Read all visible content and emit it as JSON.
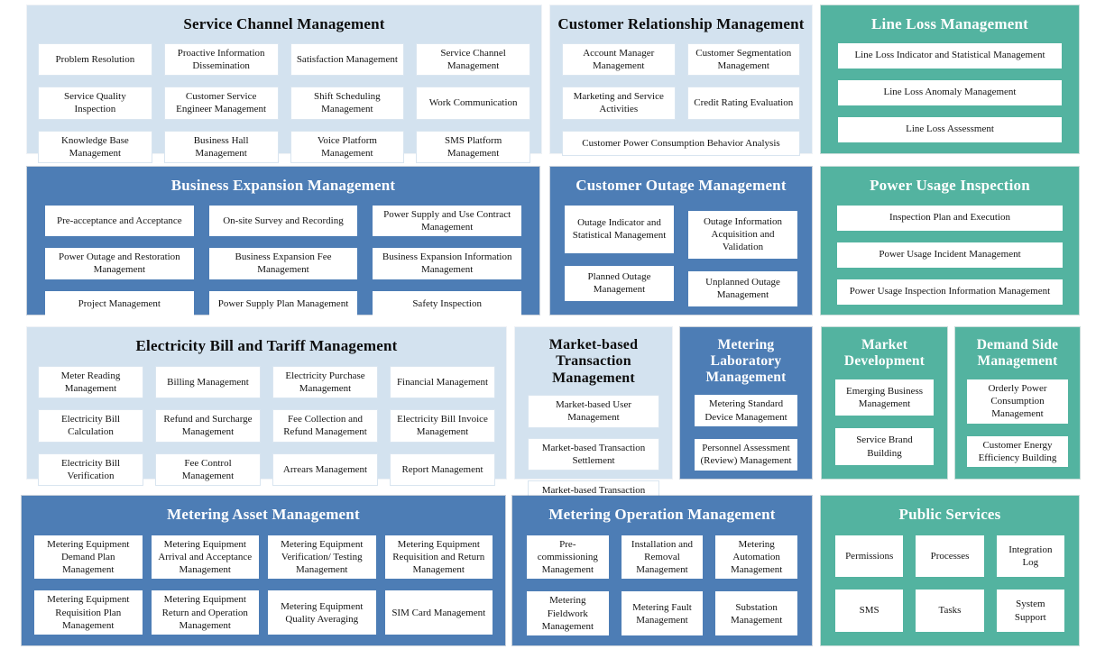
{
  "colors": {
    "panel_light": "#d3e2ef",
    "panel_blue": "#4d7db5",
    "panel_teal": "#53b3a0",
    "button_bg": "#ffffff",
    "button_text": "#141414",
    "title_on_light": "#0d0d0d",
    "title_on_dark": "#ffffff"
  },
  "panels": [
    {
      "id": "service-channel",
      "title": "Service Channel Management",
      "theme": "light",
      "items": [
        {
          "label": "Problem Resolution"
        },
        {
          "label": "Proactive Information Dissemination"
        },
        {
          "label": "Satisfaction Management"
        },
        {
          "label": "Service Channel Management"
        },
        {
          "label": "Service Quality Inspection"
        },
        {
          "label": "Customer Service Engineer Management"
        },
        {
          "label": "Shift Scheduling Management"
        },
        {
          "label": "Work Communication"
        },
        {
          "label": "Knowledge Base Management"
        },
        {
          "label": "Business Hall Management"
        },
        {
          "label": "Voice Platform Management"
        },
        {
          "label": "SMS Platform Management"
        }
      ]
    },
    {
      "id": "customer-relationship",
      "title": "Customer Relationship Management",
      "theme": "light",
      "items": [
        {
          "label": "Account Manager Management"
        },
        {
          "label": "Customer Segmentation Management"
        },
        {
          "label": "Marketing and Service Activities"
        },
        {
          "label": "Credit Rating Evaluation"
        },
        {
          "label": "Customer Power Consumption Behavior Analysis",
          "span": 2
        }
      ]
    },
    {
      "id": "line-loss",
      "title": "Line Loss Management",
      "theme": "teal",
      "items": [
        {
          "label": "Line Loss Indicator and Statistical Management"
        },
        {
          "label": "Line Loss Anomaly Management"
        },
        {
          "label": "Line Loss Assessment"
        }
      ]
    },
    {
      "id": "business-expansion",
      "title": "Business Expansion Management",
      "theme": "blue",
      "items": [
        {
          "label": "Pre-acceptance and Acceptance"
        },
        {
          "label": "On-site Survey and Recording"
        },
        {
          "label": "Power Supply and Use Contract Management"
        },
        {
          "label": "Power Outage and Restoration Management"
        },
        {
          "label": "Business Expansion Fee Management"
        },
        {
          "label": "Business Expansion Information Management"
        },
        {
          "label": "Project Management"
        },
        {
          "label": "Power Supply Plan Management"
        },
        {
          "label": "Safety Inspection"
        }
      ]
    },
    {
      "id": "customer-outage",
      "title": "Customer Outage Management",
      "theme": "blue",
      "items": [
        {
          "label": "Outage Indicator and Statistical Management"
        },
        {
          "label": "Outage Information Acquisition and Validation"
        },
        {
          "label": "Planned Outage Management"
        },
        {
          "label": "Unplanned Outage Management"
        }
      ]
    },
    {
      "id": "power-usage-inspection",
      "title": "Power Usage Inspection",
      "theme": "teal",
      "items": [
        {
          "label": "Inspection Plan and Execution"
        },
        {
          "label": "Power Usage Incident Management"
        },
        {
          "label": "Power Usage Inspection Information Management"
        }
      ]
    },
    {
      "id": "electricity-bill",
      "title": "Electricity Bill and Tariff Management",
      "theme": "light",
      "items": [
        {
          "label": "Meter Reading Management"
        },
        {
          "label": "Billing Management"
        },
        {
          "label": "Electricity Purchase Management"
        },
        {
          "label": "Financial Management"
        },
        {
          "label": "Electricity Bill Calculation"
        },
        {
          "label": "Refund and Surcharge Management"
        },
        {
          "label": "Fee Collection and Refund Management"
        },
        {
          "label": "Electricity Bill Invoice Management"
        },
        {
          "label": "Electricity Bill Verification"
        },
        {
          "label": "Fee Control Management"
        },
        {
          "label": "Arrears Management"
        },
        {
          "label": "Report Management"
        }
      ]
    },
    {
      "id": "market-transaction",
      "title": "Market-based Transaction Management",
      "theme": "light",
      "items": [
        {
          "label": "Market-based User Management"
        },
        {
          "label": "Market-based Transaction Settlement"
        },
        {
          "label": "Market-based Transaction Refund and Surcharge"
        }
      ]
    },
    {
      "id": "metering-laboratory",
      "title": "Metering Laboratory Management",
      "theme": "blue",
      "items": [
        {
          "label": "Metering Standard Device Management"
        },
        {
          "label": "Personnel Assessment (Review) Management"
        }
      ]
    },
    {
      "id": "market-development",
      "title": "Market Development",
      "theme": "teal",
      "items": [
        {
          "label": "Emerging Business Management"
        },
        {
          "label": "Service Brand Building"
        }
      ]
    },
    {
      "id": "demand-side",
      "title": "Demand Side Management",
      "theme": "teal",
      "items": [
        {
          "label": "Orderly Power Consumption Management"
        },
        {
          "label": "Customer Energy Efficiency Building"
        }
      ]
    },
    {
      "id": "metering-asset",
      "title": "Metering Asset Management",
      "theme": "blue",
      "items": [
        {
          "label": "Metering Equipment Demand Plan Management"
        },
        {
          "label": "Metering Equipment Arrival and Acceptance Management"
        },
        {
          "label": "Metering Equipment Verification/ Testing Management"
        },
        {
          "label": "Metering Equipment Requisition and Return Management"
        },
        {
          "label": "Metering Equipment Requisition Plan Management"
        },
        {
          "label": "Metering Equipment Return and Operation Management"
        },
        {
          "label": "Metering Equipment Quality Averaging"
        },
        {
          "label": "SIM Card Management"
        }
      ]
    },
    {
      "id": "metering-operation",
      "title": "Metering Operation Management",
      "theme": "blue",
      "items": [
        {
          "label": "Pre-commissioning Management"
        },
        {
          "label": "Installation and Removal Management"
        },
        {
          "label": "Metering Automation Management"
        },
        {
          "label": "Metering Fieldwork Management"
        },
        {
          "label": "Metering Fault Management"
        },
        {
          "label": "Substation Management"
        }
      ]
    },
    {
      "id": "public-services",
      "title": "Public Services",
      "theme": "teal",
      "items": [
        {
          "label": "Permissions"
        },
        {
          "label": "Processes"
        },
        {
          "label": "Integration Log"
        },
        {
          "label": "SMS"
        },
        {
          "label": "Tasks"
        },
        {
          "label": "System Support"
        }
      ]
    }
  ]
}
